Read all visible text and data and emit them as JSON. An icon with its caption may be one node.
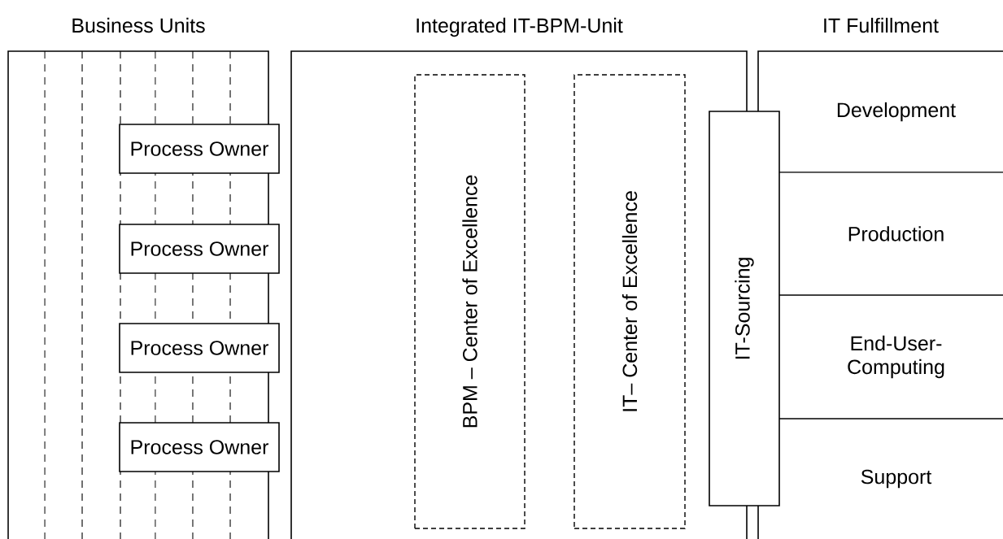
{
  "diagram": {
    "nodes": [
      {
        "text": [
          "Business Units"
        ]
      },
      {
        "text": [
          "Process Owner"
        ]
      },
      {
        "text": [
          "Process Owner"
        ]
      },
      {
        "text": [
          "Process Owner"
        ]
      },
      {
        "text": [
          "Process Owner"
        ]
      },
      {
        "text": [
          "Integrated IT-BPM-Unit"
        ]
      },
      {
        "text": [
          "BPM – Center of Excellence"
        ],
        "in": 5
      },
      {
        "text": [
          "IT– Center of Excellence"
        ],
        "in": 5
      },
      {
        "text": [
          "IT-Sourcing"
        ]
      },
      {
        "text": [
          "IT Fulfillment"
        ]
      },
      {
        "text": [
          "Development"
        ],
        "in": 9
      },
      {
        "text": [
          "Production"
        ],
        "in": 9
      },
      {
        "text": [
          "End-User-Computing"
        ],
        "in": 9
      },
      {
        "text": [
          "Support"
        ],
        "in": 9
      }
    ]
  }
}
